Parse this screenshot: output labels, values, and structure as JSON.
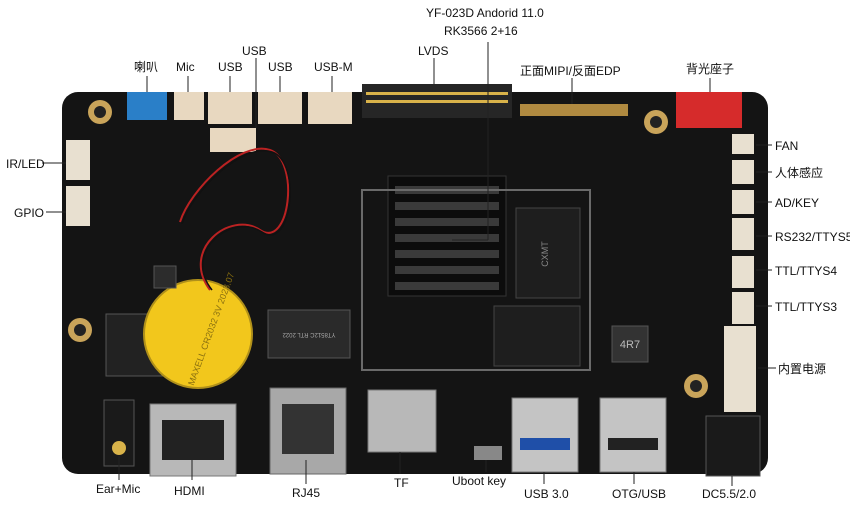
{
  "title": {
    "line1": "YF-023D Andorid 11.0",
    "line2": "RK3566 2+16"
  },
  "labels": {
    "speaker": "喇叭",
    "mic": "Mic",
    "usb1": "USB",
    "usb2": "USB",
    "usb3": "USB",
    "usb_m": "USB-M",
    "lvds": "LVDS",
    "mipi_edp": "正面MIPI/反面EDP",
    "backlight": "背光座子",
    "fan": "FAN",
    "human_sense": "人体感应",
    "ad_key": "AD/KEY",
    "rs232": "RS232/TTYS5",
    "ttys4": "TTL/TTYS4",
    "ttys3": "TTL/TTYS3",
    "power_in": "内置电源",
    "dc": "DC5.5/2.0",
    "otg_usb": "OTG/USB",
    "usb30": "USB 3.0",
    "uboot": "Uboot key",
    "tf": "TF",
    "rj45": "RJ45",
    "hdmi": "HDMI",
    "ear_mic": "Ear+Mic",
    "ir_led": "IR/LED",
    "gpio": "GPIO"
  },
  "board": {
    "ram_chip_text": "CXMT",
    "battery_text": "MAXELL CR2032 3V 2023.07",
    "inductor_text": "4R7",
    "phy_chip_text": "YT8512C RTL 2022"
  }
}
